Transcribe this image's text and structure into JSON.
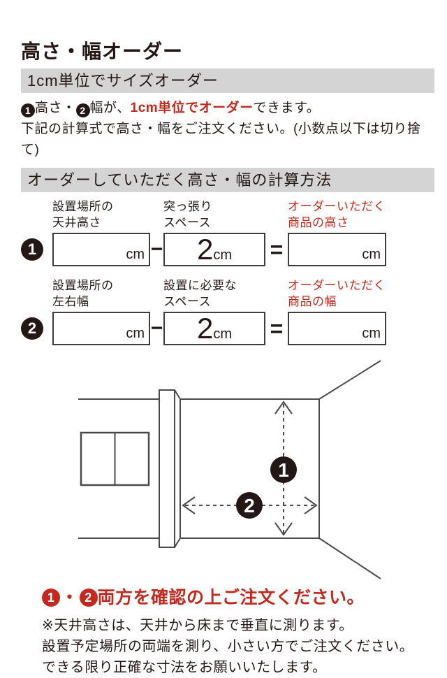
{
  "title": "高さ・幅オーダー",
  "bar1": "1cm単位でサイズオーダー",
  "intro": {
    "c1": "1",
    "t1": "高さ・",
    "c2": "2",
    "t2": "幅が、",
    "em": "1cm単位でオーダー",
    "t3": "できます。",
    "line2": "下記の計算式で高さ・幅をご注文ください。(小数点以下は切り捨て)"
  },
  "bar2": "オーダーしていただく高さ・幅の計算方法",
  "formulas": [
    {
      "num": "1",
      "l1a": "設置場所の",
      "l1b": "天井高さ",
      "u1": "cm",
      "op1": "−",
      "l2a": "突っ張り",
      "l2b": "スペース",
      "v2": "2",
      "u2": "cm",
      "op2": "=",
      "l3a": "オーダーいただく",
      "l3b": "商品の高さ",
      "u3": "cm"
    },
    {
      "num": "2",
      "l1a": "設置場所の",
      "l1b": "左右幅",
      "u1": "cm",
      "op1": "−",
      "l2a": "設置に必要な",
      "l2b": "スペース",
      "v2": "2",
      "u2": "cm",
      "op2": "=",
      "l3a": "オーダーいただく",
      "l3b": "商品の幅",
      "u3": "cm"
    }
  ],
  "diagram": {
    "marker1": "1",
    "marker2": "2"
  },
  "notice": {
    "c1": "1",
    "sep": "・",
    "c2": "2",
    "text": "両方を確認の上ご注文ください。"
  },
  "notes": [
    "※天井高さは、天井から床まで垂直に測ります。",
    "設置予定場所の両端を測り、小さい方でご注文ください。",
    "できる限り正確な寸法をお願いいたします。"
  ],
  "colors": {
    "accent_red": "#c5281e",
    "bar_gray": "#d4d4d4",
    "ink": "#231815",
    "line": "#4a4a4a"
  }
}
